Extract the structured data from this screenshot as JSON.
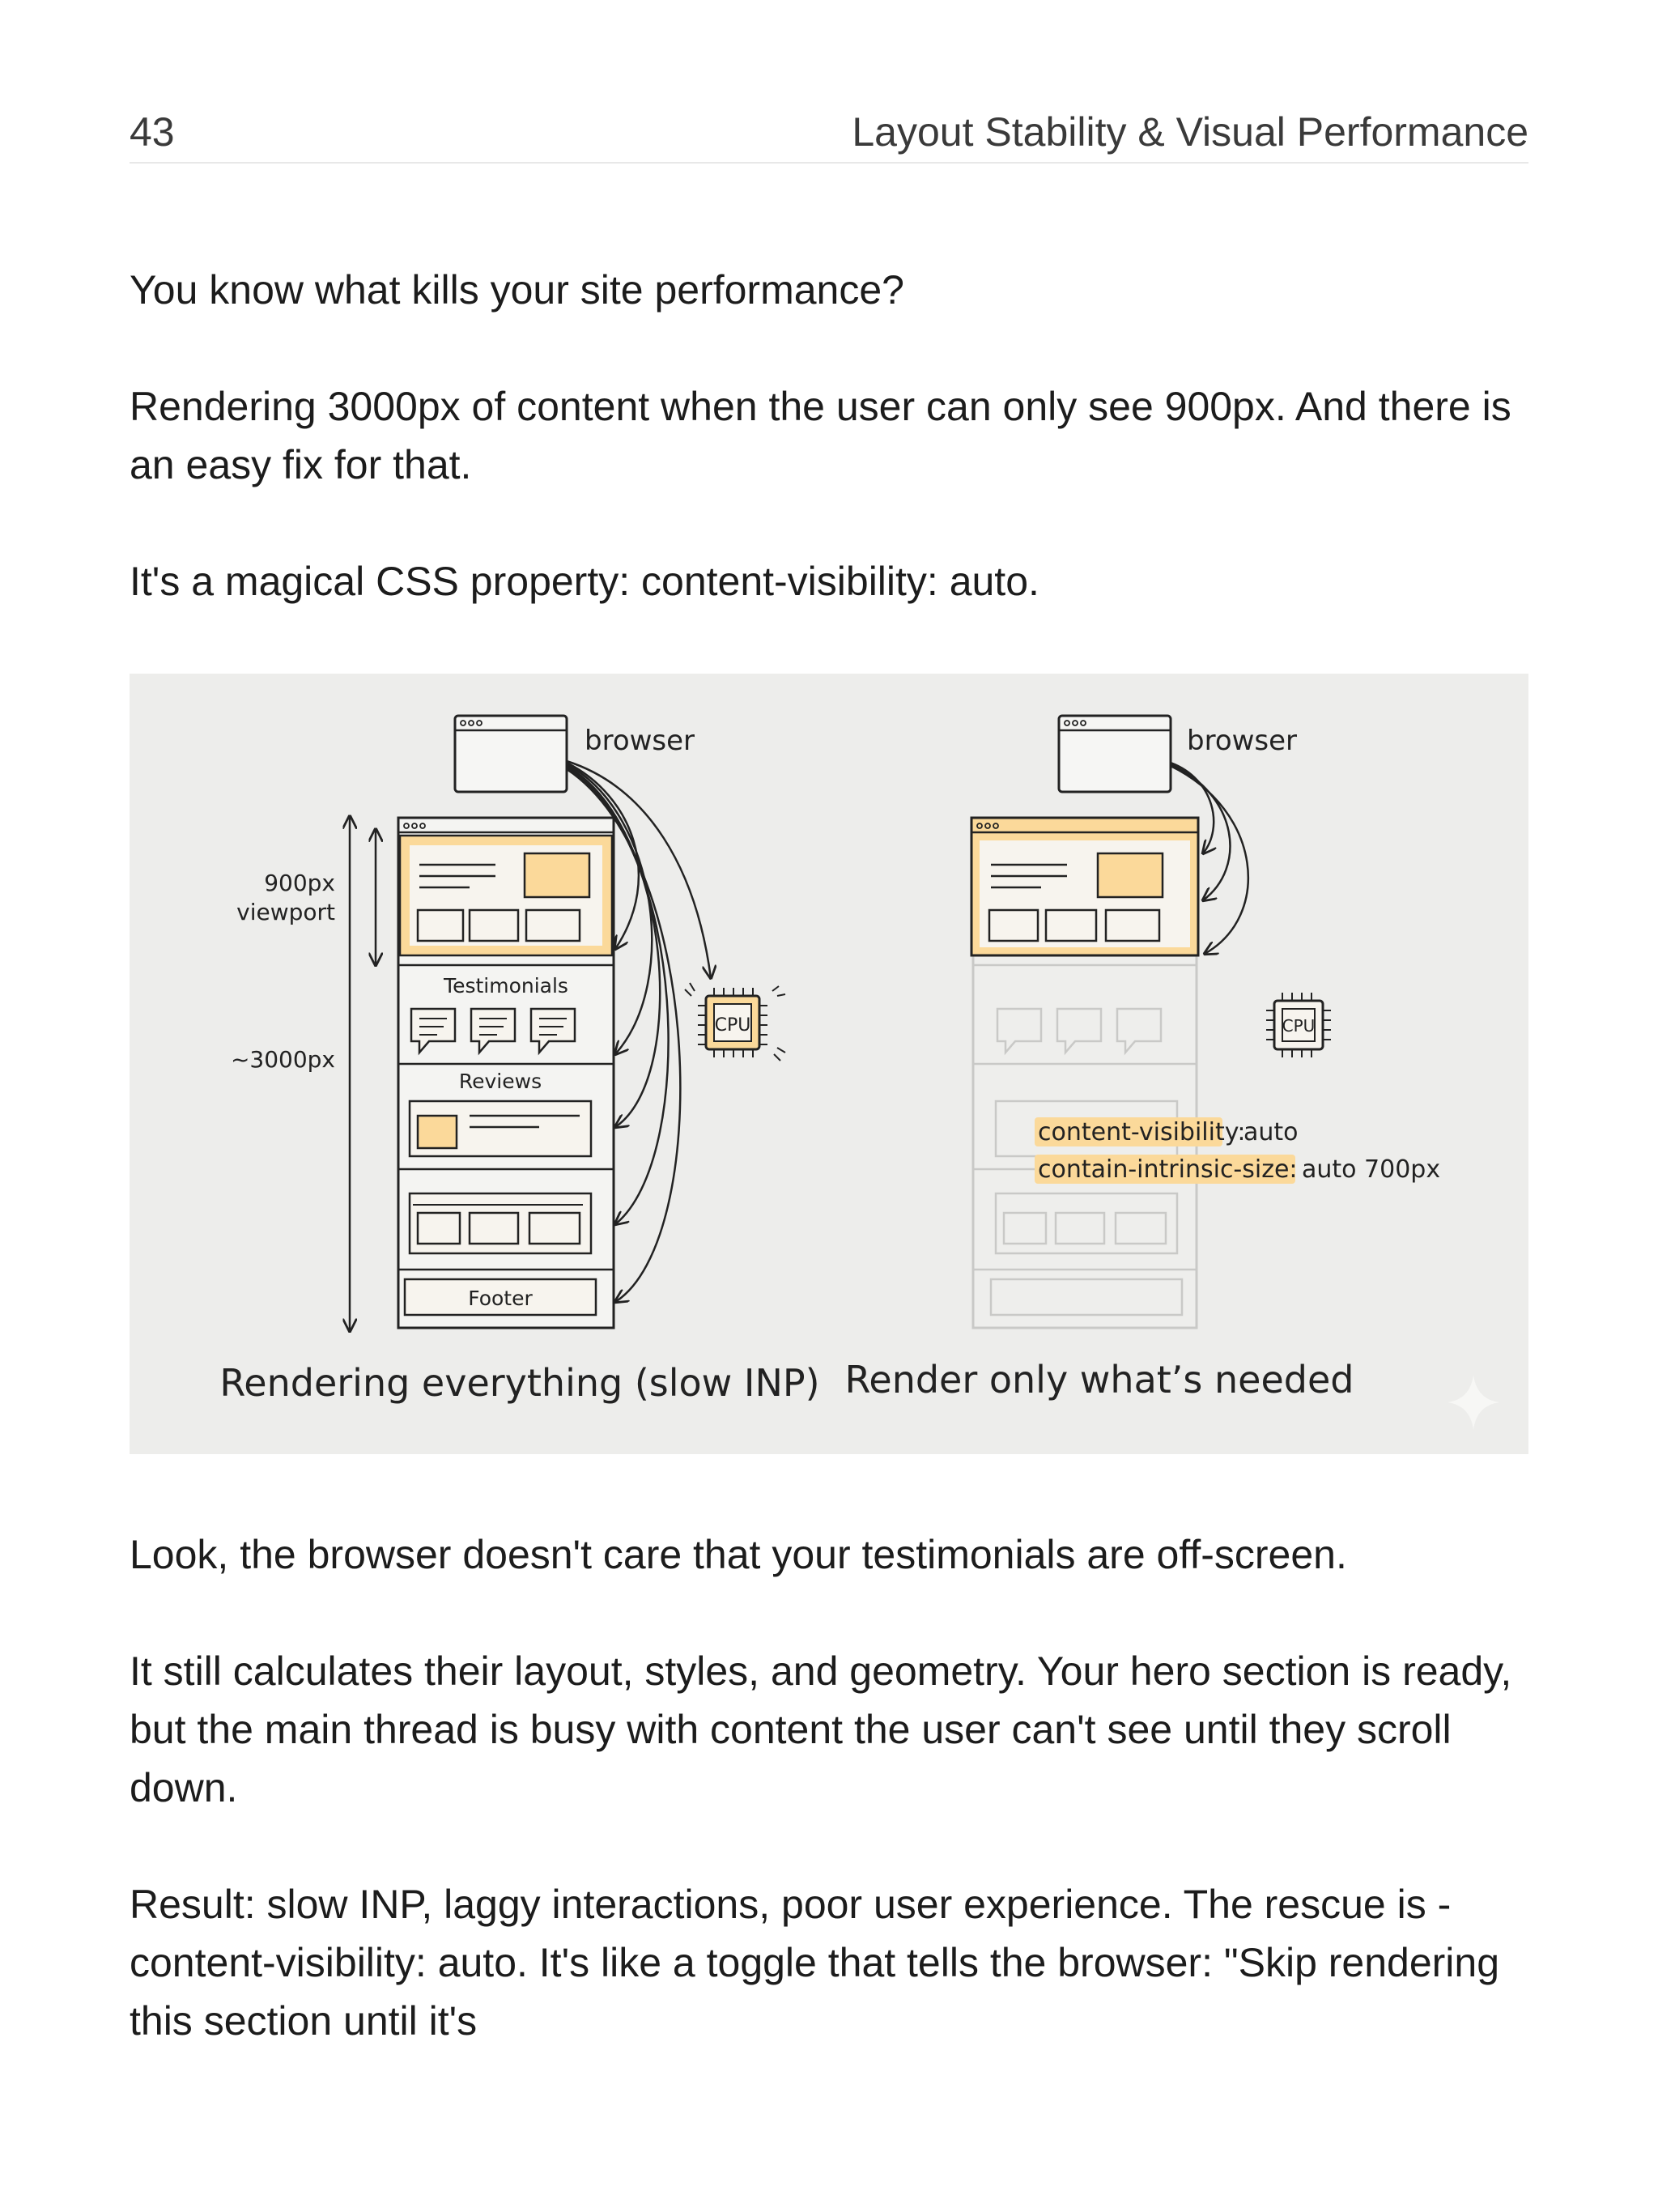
{
  "header": {
    "page_number": "43",
    "chapter_title": "Layout Stability & Visual Performance"
  },
  "paragraphs": {
    "p1": "You know what kills your site performance?",
    "p2": "Rendering 3000px of content when the user can only see 900px. And there is an easy fix for that.",
    "p3": "It's a magical CSS property: content-visibility: auto.",
    "p4": "Look, the browser doesn't care that your testimonials are off-screen.",
    "p5": "It still calculates their layout, styles, and geometry. Your hero section is ready, but the main thread is busy with content the user can't see until they scroll down.",
    "p6": "Result: slow INP, laggy interactions, poor user experience. The rescue is - content-visibility: auto. It's like a toggle that tells the browser: \"Skip rendering this section until it's"
  },
  "figure": {
    "left": {
      "browser_label": "browser",
      "viewport_label_line1": "900px",
      "viewport_label_line2": "viewport",
      "page_length_label": "~3000px",
      "section_testimonials": "Testimonials",
      "section_reviews": "Reviews",
      "section_footer": "Footer",
      "cpu_label": "CPU",
      "caption": "Rendering everything (slow INP)"
    },
    "right": {
      "browser_label": "browser",
      "cpu_label": "CPU",
      "code_prop1": "content-visibility:",
      "code_val1": "auto",
      "code_prop2": "contain-intrinsic-size:",
      "code_val2": "auto 700px",
      "caption": "Render only what’s needed"
    },
    "colors": {
      "highlight": "#fbd99a",
      "background": "#ededeb",
      "ink": "#222222",
      "faded": "#c9c9c7"
    }
  }
}
